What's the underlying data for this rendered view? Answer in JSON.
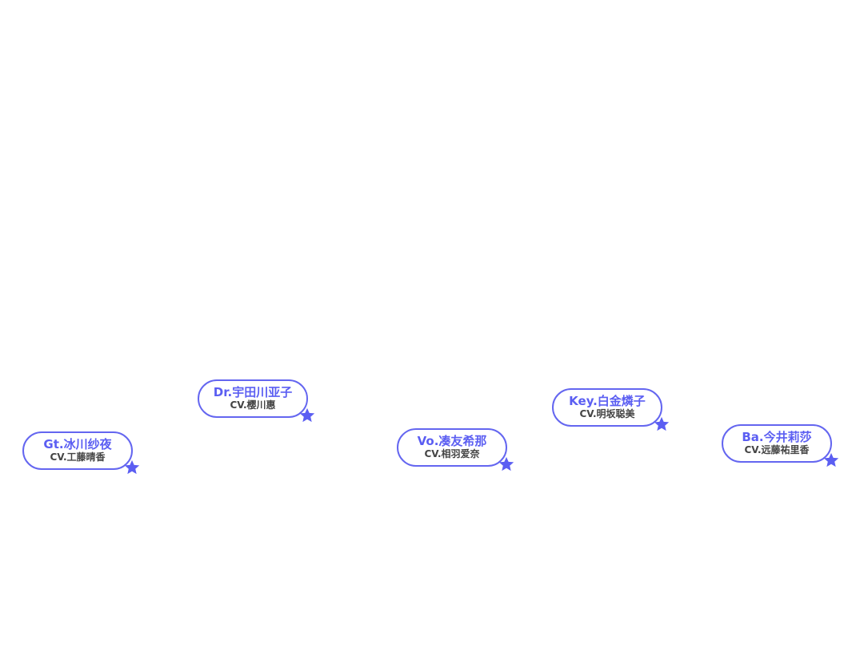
{
  "members": [
    {
      "name": "Gt.冰川纱夜",
      "cv": "CV.工藤晴香"
    },
    {
      "name": "Dr.宇田川亚子",
      "cv": "CV.樱川惠"
    },
    {
      "name": "Vo.凑友希那",
      "cv": "CV.相羽爱奈"
    },
    {
      "name": "Key.白金燐子",
      "cv": "CV.明坂聪美"
    },
    {
      "name": "Ba.今井莉莎",
      "cv": "CV.远藤祐里香"
    }
  ],
  "colors": {
    "accent": "#6466f0",
    "subtext": "#444444"
  }
}
